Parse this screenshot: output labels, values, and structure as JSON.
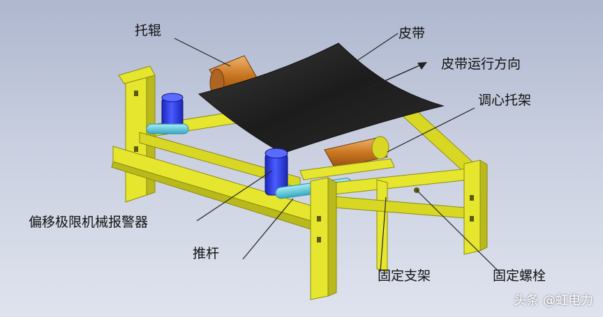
{
  "labels": {
    "idler": "托辊",
    "belt": "皮带",
    "direction": "皮带运行方向",
    "self_aligning_frame": "调心托架",
    "deviation_alarm": "偏移极限机械报警器",
    "push_rod": "推杆",
    "fixed_bracket": "固定支架",
    "fixed_bolt": "固定螺栓"
  },
  "watermark": "头条 @虹电力",
  "colors": {
    "frame": "#e6e62e",
    "frame_shadow": "#b9b91c",
    "belt": "#232323",
    "idler": "#d98a3a",
    "alarm": "#2e3fe0",
    "rod": "#5fd1e6"
  }
}
